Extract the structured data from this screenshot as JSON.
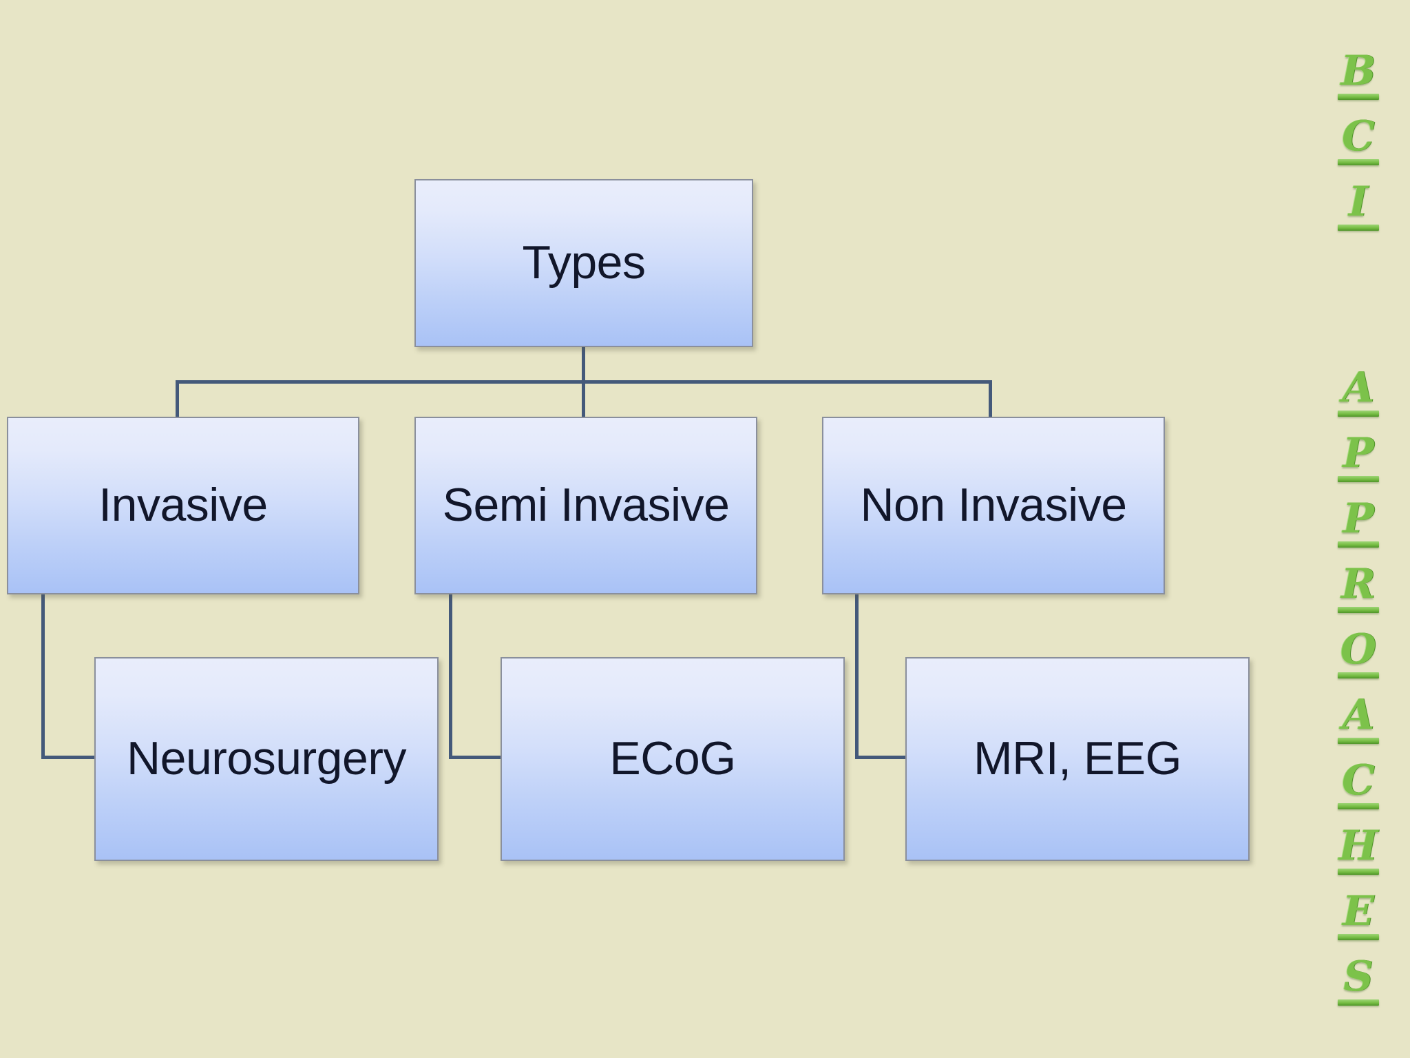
{
  "slide": {
    "background_color": "#e7e5c6",
    "side_title": {
      "text": "BCI APPROACHES",
      "color": "#7cc24a",
      "letters": [
        "B",
        "C",
        "I",
        "",
        "A",
        "P",
        "P",
        "R",
        "O",
        "A",
        "C",
        "H",
        "E",
        "S"
      ]
    }
  },
  "diagram": {
    "type": "hierarchy-tree",
    "node_fill_top": "#e9edfb",
    "node_fill_bottom": "#a9c2f6",
    "node_border_color": "#8a8f9c",
    "connector_color": "#44597a",
    "text_color": "#11162a",
    "root": {
      "id": "types",
      "label": "Types"
    },
    "level2": [
      {
        "id": "invasive",
        "label": "Invasive"
      },
      {
        "id": "semi-invasive",
        "label": "Semi Invasive"
      },
      {
        "id": "non-invasive",
        "label": "Non Invasive"
      }
    ],
    "level3": [
      {
        "id": "neurosurgery",
        "label": "Neurosurgery",
        "parent": "invasive"
      },
      {
        "id": "ecog",
        "label": "ECoG",
        "parent": "semi-invasive"
      },
      {
        "id": "mri-eeg",
        "label": "MRI, EEG",
        "parent": "non-invasive"
      }
    ]
  }
}
